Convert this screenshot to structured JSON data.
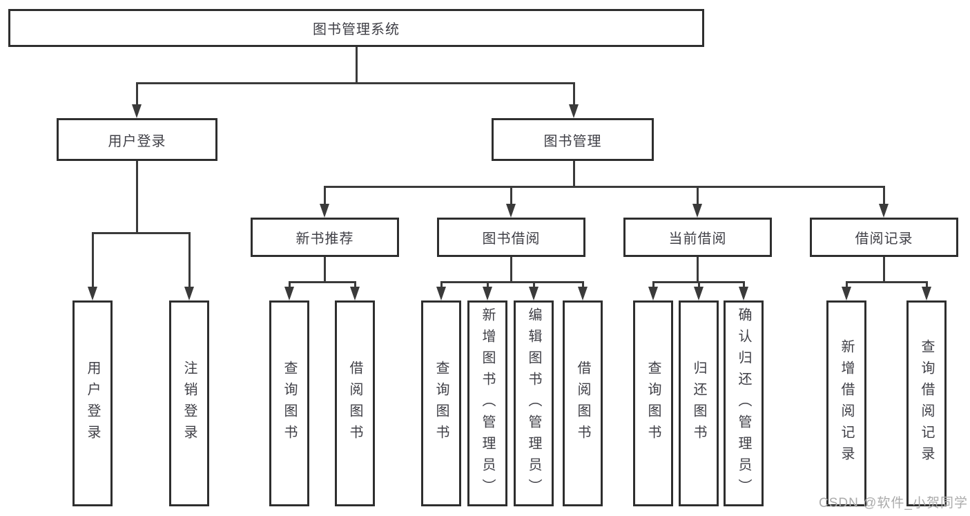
{
  "tree": {
    "label": "图书管理系统",
    "children": [
      {
        "label": "用户登录",
        "children": [
          {
            "label": "用户登录"
          },
          {
            "label": "注销登录"
          }
        ]
      },
      {
        "label": "图书管理",
        "children": [
          {
            "label": "新书推荐",
            "children": [
              {
                "label": "查询图书"
              },
              {
                "label": "借阅图书"
              }
            ]
          },
          {
            "label": "图书借阅",
            "children": [
              {
                "label": "查询图书"
              },
              {
                "label": "新增图书（管理员）"
              },
              {
                "label": "编辑图书（管理员）"
              },
              {
                "label": "借阅图书"
              }
            ]
          },
          {
            "label": "当前借阅",
            "children": [
              {
                "label": "查询图书"
              },
              {
                "label": "归还图书"
              },
              {
                "label": "确认归还（管理员）"
              }
            ]
          },
          {
            "label": "借阅记录",
            "children": [
              {
                "label": "新增借阅记录"
              },
              {
                "label": "查询借阅记录"
              }
            ]
          }
        ]
      }
    ]
  },
  "watermark": {
    "text": "CSDN @软件_小贺同学"
  },
  "colors": {
    "line": "#3a3a3a",
    "border": "#2e2e2e",
    "text": "#3f3f46",
    "watermark": "#ababab",
    "background": "#ffffff"
  }
}
